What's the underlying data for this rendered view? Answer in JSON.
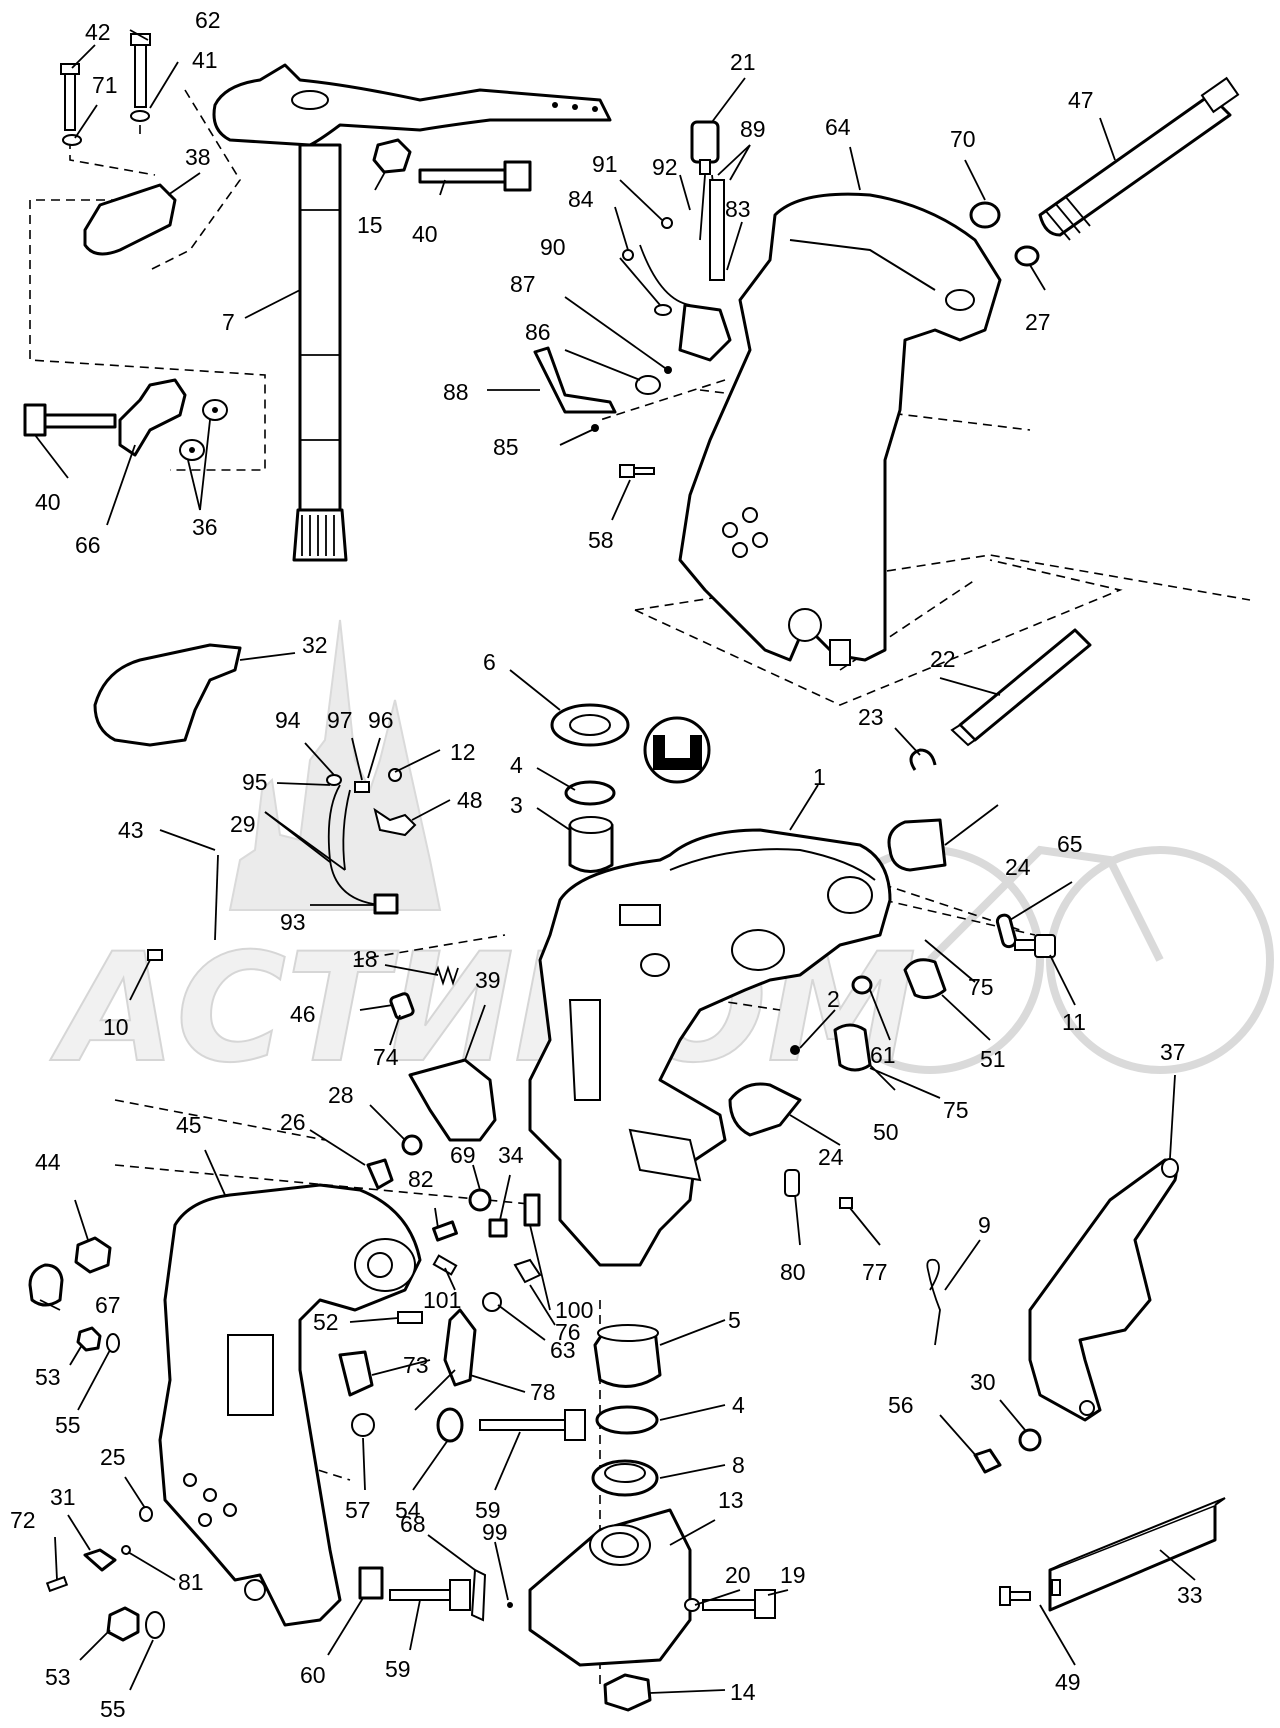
{
  "watermark": {
    "text": "АСТИНОМ",
    "subject": "motorcycle-and-cathedral-logo"
  },
  "callouts": [
    "1",
    "2",
    "3",
    "4",
    "5",
    "6",
    "7",
    "8",
    "9",
    "10",
    "11",
    "12",
    "13",
    "14",
    "15",
    "18",
    "19",
    "20",
    "21",
    "22",
    "23",
    "24",
    "25",
    "26",
    "27",
    "28",
    "29",
    "30",
    "31",
    "32",
    "33",
    "34",
    "36",
    "37",
    "38",
    "39",
    "40",
    "41",
    "42",
    "43",
    "44",
    "45",
    "46",
    "47",
    "48",
    "49",
    "50",
    "51",
    "52",
    "53",
    "54",
    "55",
    "56",
    "57",
    "58",
    "59",
    "60",
    "61",
    "62",
    "63",
    "64",
    "65",
    "66",
    "67",
    "68",
    "69",
    "70",
    "71",
    "72",
    "73",
    "74",
    "75",
    "76",
    "77",
    "78",
    "80",
    "81",
    "82",
    "83",
    "84",
    "85",
    "86",
    "87",
    "88",
    "89",
    "90",
    "91",
    "92",
    "93",
    "94",
    "95",
    "96",
    "97",
    "99",
    "100",
    "101"
  ],
  "labels": {
    "n42": "42",
    "n62": "62",
    "n41": "41",
    "n71": "71",
    "n38": "38",
    "n15": "15",
    "n40a": "40",
    "n7": "7",
    "n40b": "40",
    "n66": "66",
    "n36": "36",
    "n21": "21",
    "n89": "89",
    "n91": "91",
    "n92": "92",
    "n84": "84",
    "n83": "83",
    "n90": "90",
    "n87": "87",
    "n86": "86",
    "n88": "88",
    "n85": "85",
    "n58": "58",
    "n64": "64",
    "n70": "70",
    "n47": "47",
    "n27": "27",
    "n32": "32",
    "n6": "6",
    "n22": "22",
    "n23": "23",
    "n94": "94",
    "n97": "97",
    "n96": "96",
    "n12": "12",
    "n95": "95",
    "n48": "48",
    "n29": "29",
    "n93": "93",
    "n43": "43",
    "n10": "10",
    "n18": "18",
    "n46": "46",
    "n74": "74",
    "n39": "39",
    "n4a": "4",
    "n3": "3",
    "n1": "1",
    "n24a": "24",
    "n65": "65",
    "n75a": "75",
    "n11": "11",
    "n2": "2",
    "n61": "61",
    "n51": "51",
    "n50": "50",
    "n75b": "75",
    "n24b": "24",
    "n28": "28",
    "n26": "26",
    "n69": "69",
    "n34": "34",
    "n82": "82",
    "n44": "44",
    "n45": "45",
    "n67": "67",
    "n101": "101",
    "n100": "100",
    "n76": "76",
    "n63": "63",
    "n52": "52",
    "n73": "73",
    "n78": "78",
    "n53a": "53",
    "n55a": "55",
    "n57": "57",
    "n54": "54",
    "n59a": "59",
    "n25": "25",
    "n31": "31",
    "n72": "72",
    "n81": "81",
    "n53b": "53",
    "n55b": "55",
    "n60": "60",
    "n59b": "59",
    "n68": "68",
    "n99": "99",
    "n5": "5",
    "n4b": "4",
    "n8": "8",
    "n13": "13",
    "n20": "20",
    "n19": "19",
    "n14": "14",
    "n80": "80",
    "n77": "77",
    "n9": "9",
    "n37": "37",
    "n30": "30",
    "n56": "56",
    "n33": "33",
    "n49": "49"
  }
}
